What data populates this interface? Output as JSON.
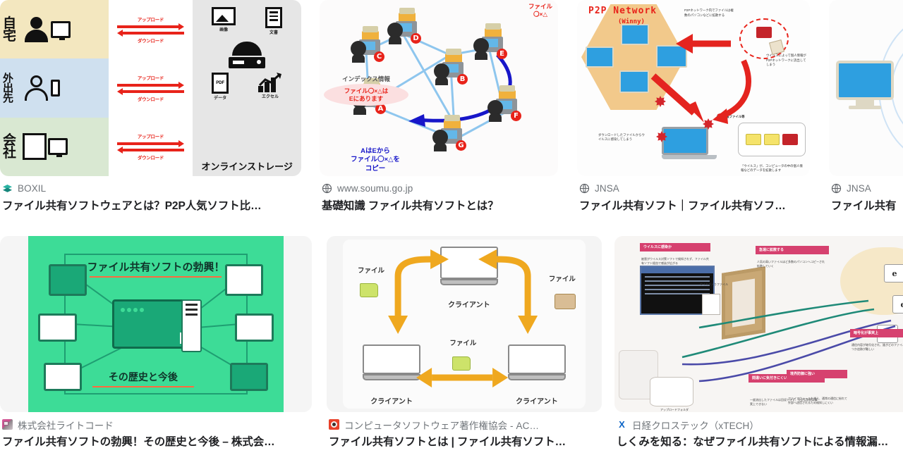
{
  "page": {
    "background": "#ffffff",
    "layout": "image-search-results-grid"
  },
  "results": [
    {
      "id": "result-1",
      "source_name": "BOXIL",
      "favicon": "boxil-layers-icon",
      "favicon_color": "#2bb3a3",
      "title": "ファイル共有ソフトウェアとは？P2P人気ソフト比…",
      "thumbnail": {
        "kind": "online-storage-diagram",
        "rows": [
          {
            "label": "自宅",
            "bg": "#f3e7bf",
            "device": "desktop-pc-icon"
          },
          {
            "label": "外出先",
            "bg": "#cfe0ef",
            "device": "mobile-phone-icon"
          },
          {
            "label": "会社",
            "bg": "#d9e8d2",
            "device": "office-building-icon"
          }
        ],
        "arrow_labels": {
          "up": "アップロード",
          "down": "ダウンロード"
        },
        "storage_label": "オンラインストレージ",
        "file_icons": [
          {
            "label": "画像",
            "icon": "picture-icon"
          },
          {
            "label": "文書",
            "icon": "document-icon"
          },
          {
            "label": "データ",
            "icon": "pdf-icon"
          },
          {
            "label": "エクセル",
            "icon": "chart-icon"
          }
        ],
        "arrow_color": "#e8231a"
      }
    },
    {
      "id": "result-2",
      "source_name": "www.soumu.go.jp",
      "favicon": "globe-icon",
      "favicon_color": "#5f6368",
      "title": "基礎知識 ファイル共有ソフトとは？",
      "thumbnail": {
        "kind": "p2p-node-network",
        "nodes": [
          "A",
          "B",
          "C",
          "D",
          "E",
          "F",
          "G"
        ],
        "index_note_title": "インデックス情報",
        "index_note_body": [
          "ファイル〇×△は",
          "Eにあります"
        ],
        "caption": [
          "AはEから",
          "ファイル〇×△を",
          "コピー"
        ],
        "file_note": [
          "ファイル",
          "〇×△"
        ],
        "badge_color": "#e8231a",
        "caption_color": "#1716c9",
        "link_color": "#8ec6ee"
      }
    },
    {
      "id": "result-3",
      "source_name": "JNSA",
      "favicon": "globe-icon",
      "favicon_color": "#5f6368",
      "title": "ファイル共有ソフト｜ファイル共有ソフ…",
      "thumbnail": {
        "kind": "winny-virus-diagram",
        "heading": "P2P  Network",
        "subheading": "(Winny)",
        "heading_color": "#e8231a",
        "notes": [
          "P2Pネットワーク内でファイルは複数のパソコンなどに拡散する",
          "ウイルスによって個人情報がP2Pネットワークに流出してしまう",
          "ダウンロードしたファイルからウイルスに感染してしまう",
          "個人情報ファイル等",
          "「ウイルス」が、コンピュータの中の個人情報などのデータを拡散します"
        ]
      }
    },
    {
      "id": "result-4",
      "source_name": "JNSA",
      "favicon": "globe-icon",
      "favicon_color": "#5f6368",
      "title": "ファイル共有",
      "thumbnail": {
        "kind": "monitor-broadcast-diagram"
      }
    },
    {
      "id": "result-5",
      "source_name": "株式会社ライトコード",
      "favicon": "lightcode-icon",
      "favicon_color": "#d9589b",
      "title": "ファイル共有ソフトの勃興！その歴史と今後 – 株式会…",
      "thumbnail": {
        "kind": "green-network-banner",
        "heading": "ファイル共有ソフトの勃興！",
        "subheading": "その歴史と今後",
        "bg_color": "#3ddc97",
        "underline_color": "#ff6a3d"
      }
    },
    {
      "id": "result-6",
      "source_name": "コンピュータソフトウェア著作権協会 - AC…",
      "favicon": "accs-icon",
      "favicon_color": "#e8412a",
      "title": "ファイル共有ソフトとは | ファイル共有ソフト…",
      "thumbnail": {
        "kind": "client-file-exchange-diagram",
        "client_label": "クライアント",
        "file_label": "ファイル",
        "arrow_color": "#efa81f"
      }
    },
    {
      "id": "result-7",
      "source_name": "日経クロステック（xTECH）",
      "favicon": "xtech-x-icon",
      "favicon_color": "#0b63c5",
      "title": "しくみを知る：なぜファイル共有ソフトによる情報漏…",
      "thumbnail": {
        "kind": "information-leak-illustration",
        "callouts": [
          "ウイルスに感染か",
          "急速に拡散する",
          "暗号化が事実上",
          "間違いに気付きにくい",
          "境界防御に強い"
        ],
        "labels": [
          "ウイルス入りファイル",
          "個人情報",
          "アップロードフォルダ"
        ]
      }
    }
  ]
}
